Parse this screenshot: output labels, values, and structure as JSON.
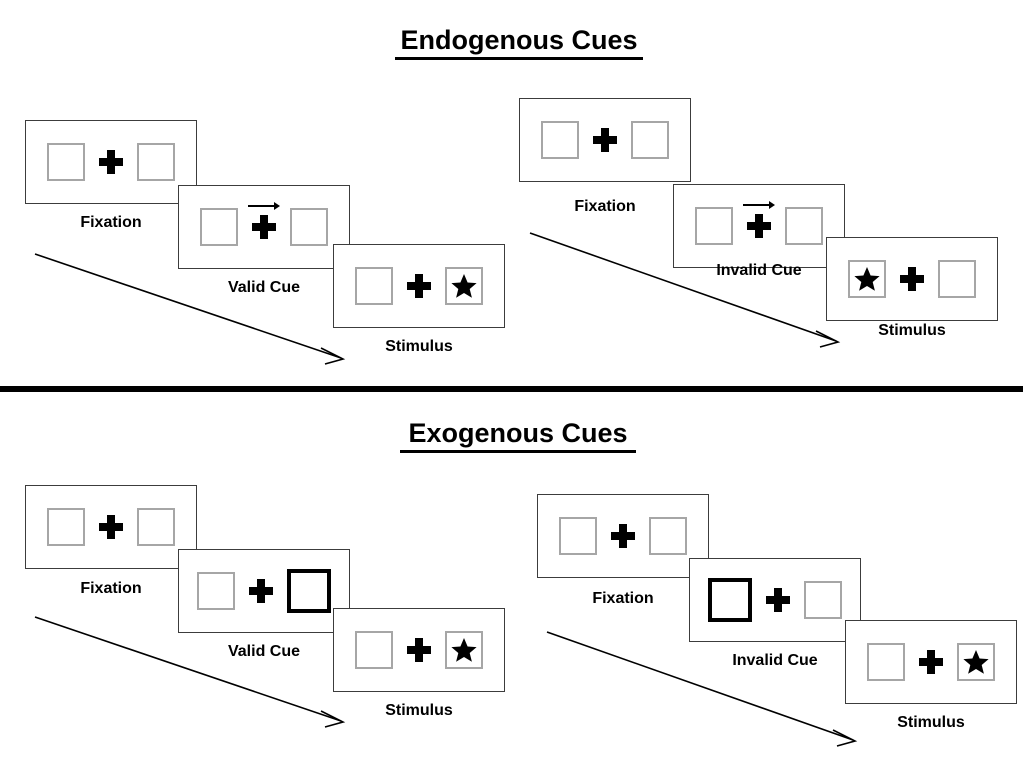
{
  "page": {
    "background": "#ffffff",
    "divider_color": "#000000"
  },
  "colors": {
    "box_border": "#a6a6a6",
    "cue_box_border": "#000000",
    "frame_border": "#3c3c3c",
    "ink": "#000000"
  },
  "sections": [
    {
      "id": "endogenous",
      "title": "Endogenous Cues",
      "columns": [
        {
          "id": "endogenous-valid",
          "steps": [
            {
              "caption": "Fixation",
              "left_box": {
                "content": "empty",
                "style": "thin"
              },
              "right_box": {
                "content": "empty",
                "style": "thin"
              },
              "cue": "none"
            },
            {
              "caption": "Valid Cue",
              "left_box": {
                "content": "empty",
                "style": "thin"
              },
              "right_box": {
                "content": "empty",
                "style": "thin"
              },
              "cue": "arrow-right"
            },
            {
              "caption": "Stimulus",
              "left_box": {
                "content": "empty",
                "style": "thin"
              },
              "right_box": {
                "content": "star",
                "style": "thin"
              },
              "cue": "none"
            }
          ]
        },
        {
          "id": "endogenous-invalid",
          "steps": [
            {
              "caption": "Fixation",
              "left_box": {
                "content": "empty",
                "style": "thin"
              },
              "right_box": {
                "content": "empty",
                "style": "thin"
              },
              "cue": "none"
            },
            {
              "caption": "Invalid Cue",
              "left_box": {
                "content": "empty",
                "style": "thin"
              },
              "right_box": {
                "content": "empty",
                "style": "thin"
              },
              "cue": "arrow-right"
            },
            {
              "caption": "Stimulus",
              "left_box": {
                "content": "star",
                "style": "thin"
              },
              "right_box": {
                "content": "empty",
                "style": "thin"
              },
              "cue": "none"
            }
          ]
        }
      ]
    },
    {
      "id": "exogenous",
      "title": "Exogenous Cues",
      "columns": [
        {
          "id": "exogenous-valid",
          "steps": [
            {
              "caption": "Fixation",
              "left_box": {
                "content": "empty",
                "style": "thin"
              },
              "right_box": {
                "content": "empty",
                "style": "thin"
              },
              "cue": "none"
            },
            {
              "caption": "Valid Cue",
              "left_box": {
                "content": "empty",
                "style": "thin"
              },
              "right_box": {
                "content": "empty",
                "style": "bold"
              },
              "cue": "none"
            },
            {
              "caption": "Stimulus",
              "left_box": {
                "content": "empty",
                "style": "thin"
              },
              "right_box": {
                "content": "star",
                "style": "thin"
              },
              "cue": "none"
            }
          ]
        },
        {
          "id": "exogenous-invalid",
          "steps": [
            {
              "caption": "Fixation",
              "left_box": {
                "content": "empty",
                "style": "thin"
              },
              "right_box": {
                "content": "empty",
                "style": "thin"
              },
              "cue": "none"
            },
            {
              "caption": "Invalid Cue",
              "left_box": {
                "content": "empty",
                "style": "bold"
              },
              "right_box": {
                "content": "empty",
                "style": "thin"
              },
              "cue": "none"
            },
            {
              "caption": "Stimulus",
              "left_box": {
                "content": "empty",
                "style": "thin"
              },
              "right_box": {
                "content": "star",
                "style": "thin"
              },
              "cue": "none"
            }
          ]
        }
      ]
    }
  ],
  "icons": {
    "fixation_cross": "plus-icon",
    "target": "star-icon",
    "endogenous_cue": "arrow-right-icon",
    "time_flow": "diagonal-arrow-icon"
  }
}
